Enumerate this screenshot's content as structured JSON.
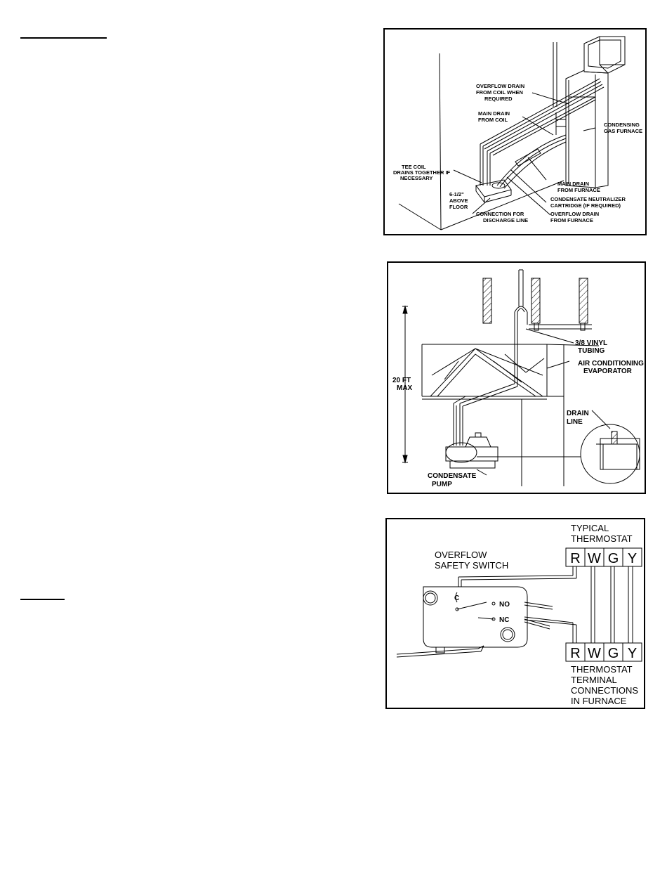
{
  "figure1": {
    "labels": {
      "overflow_coil_1": "OVERFLOW DRAIN",
      "overflow_coil_2": "FROM COIL WHEN",
      "overflow_coil_3": "REQUIRED",
      "main_coil_1": "MAIN DRAIN",
      "main_coil_2": "FROM COIL",
      "condensing_1": "CONDENSING",
      "condensing_2": "GAS FURNACE",
      "tee_1": "TEE COIL",
      "tee_2": "DRAINS TOGETHER IF",
      "tee_3": "NECESSARY",
      "above_1": "6-1/2\"",
      "above_2": "ABOVE",
      "above_3": "FLOOR",
      "main_furnace_1": "MAIN DRAIN",
      "main_furnace_2": "FROM FURNACE",
      "neutralizer_1": "CONDENSATE NEUTRALIZER",
      "neutralizer_2": "CARTRIDGE (IF REQUIRED)",
      "discharge_1": "CONNECTION FOR",
      "discharge_2": "DISCHARGE LINE",
      "overflow_furnace_1": "OVERFLOW DRAIN",
      "overflow_furnace_2": "FROM FURNACE"
    }
  },
  "figure2": {
    "labels": {
      "vinyl_1": "3/8 VINYL",
      "vinyl_2": "TUBING",
      "evap_1": "AIR CONDITIONING",
      "evap_2": "EVAPORATOR",
      "max_1": "20 FT",
      "max_2": "MAX",
      "drain_1": "DRAIN",
      "drain_2": "LINE",
      "pump_1": "CONDENSATE",
      "pump_2": "PUMP"
    }
  },
  "figure3": {
    "labels": {
      "typical_1": "TYPICAL",
      "typical_2": "THERMOSTAT",
      "switch_1": "OVERFLOW",
      "switch_2": "SAFETY SWITCH",
      "no": "NO",
      "nc": "NC",
      "c": "C",
      "term_1": "THERMOSTAT",
      "term_2": "TERMINAL",
      "term_3": "CONNECTIONS",
      "term_4": "IN FURNACE"
    },
    "top_terminals": [
      "R",
      "W",
      "G",
      "Y"
    ],
    "bottom_terminals": [
      "R",
      "W",
      "G",
      "Y"
    ]
  }
}
